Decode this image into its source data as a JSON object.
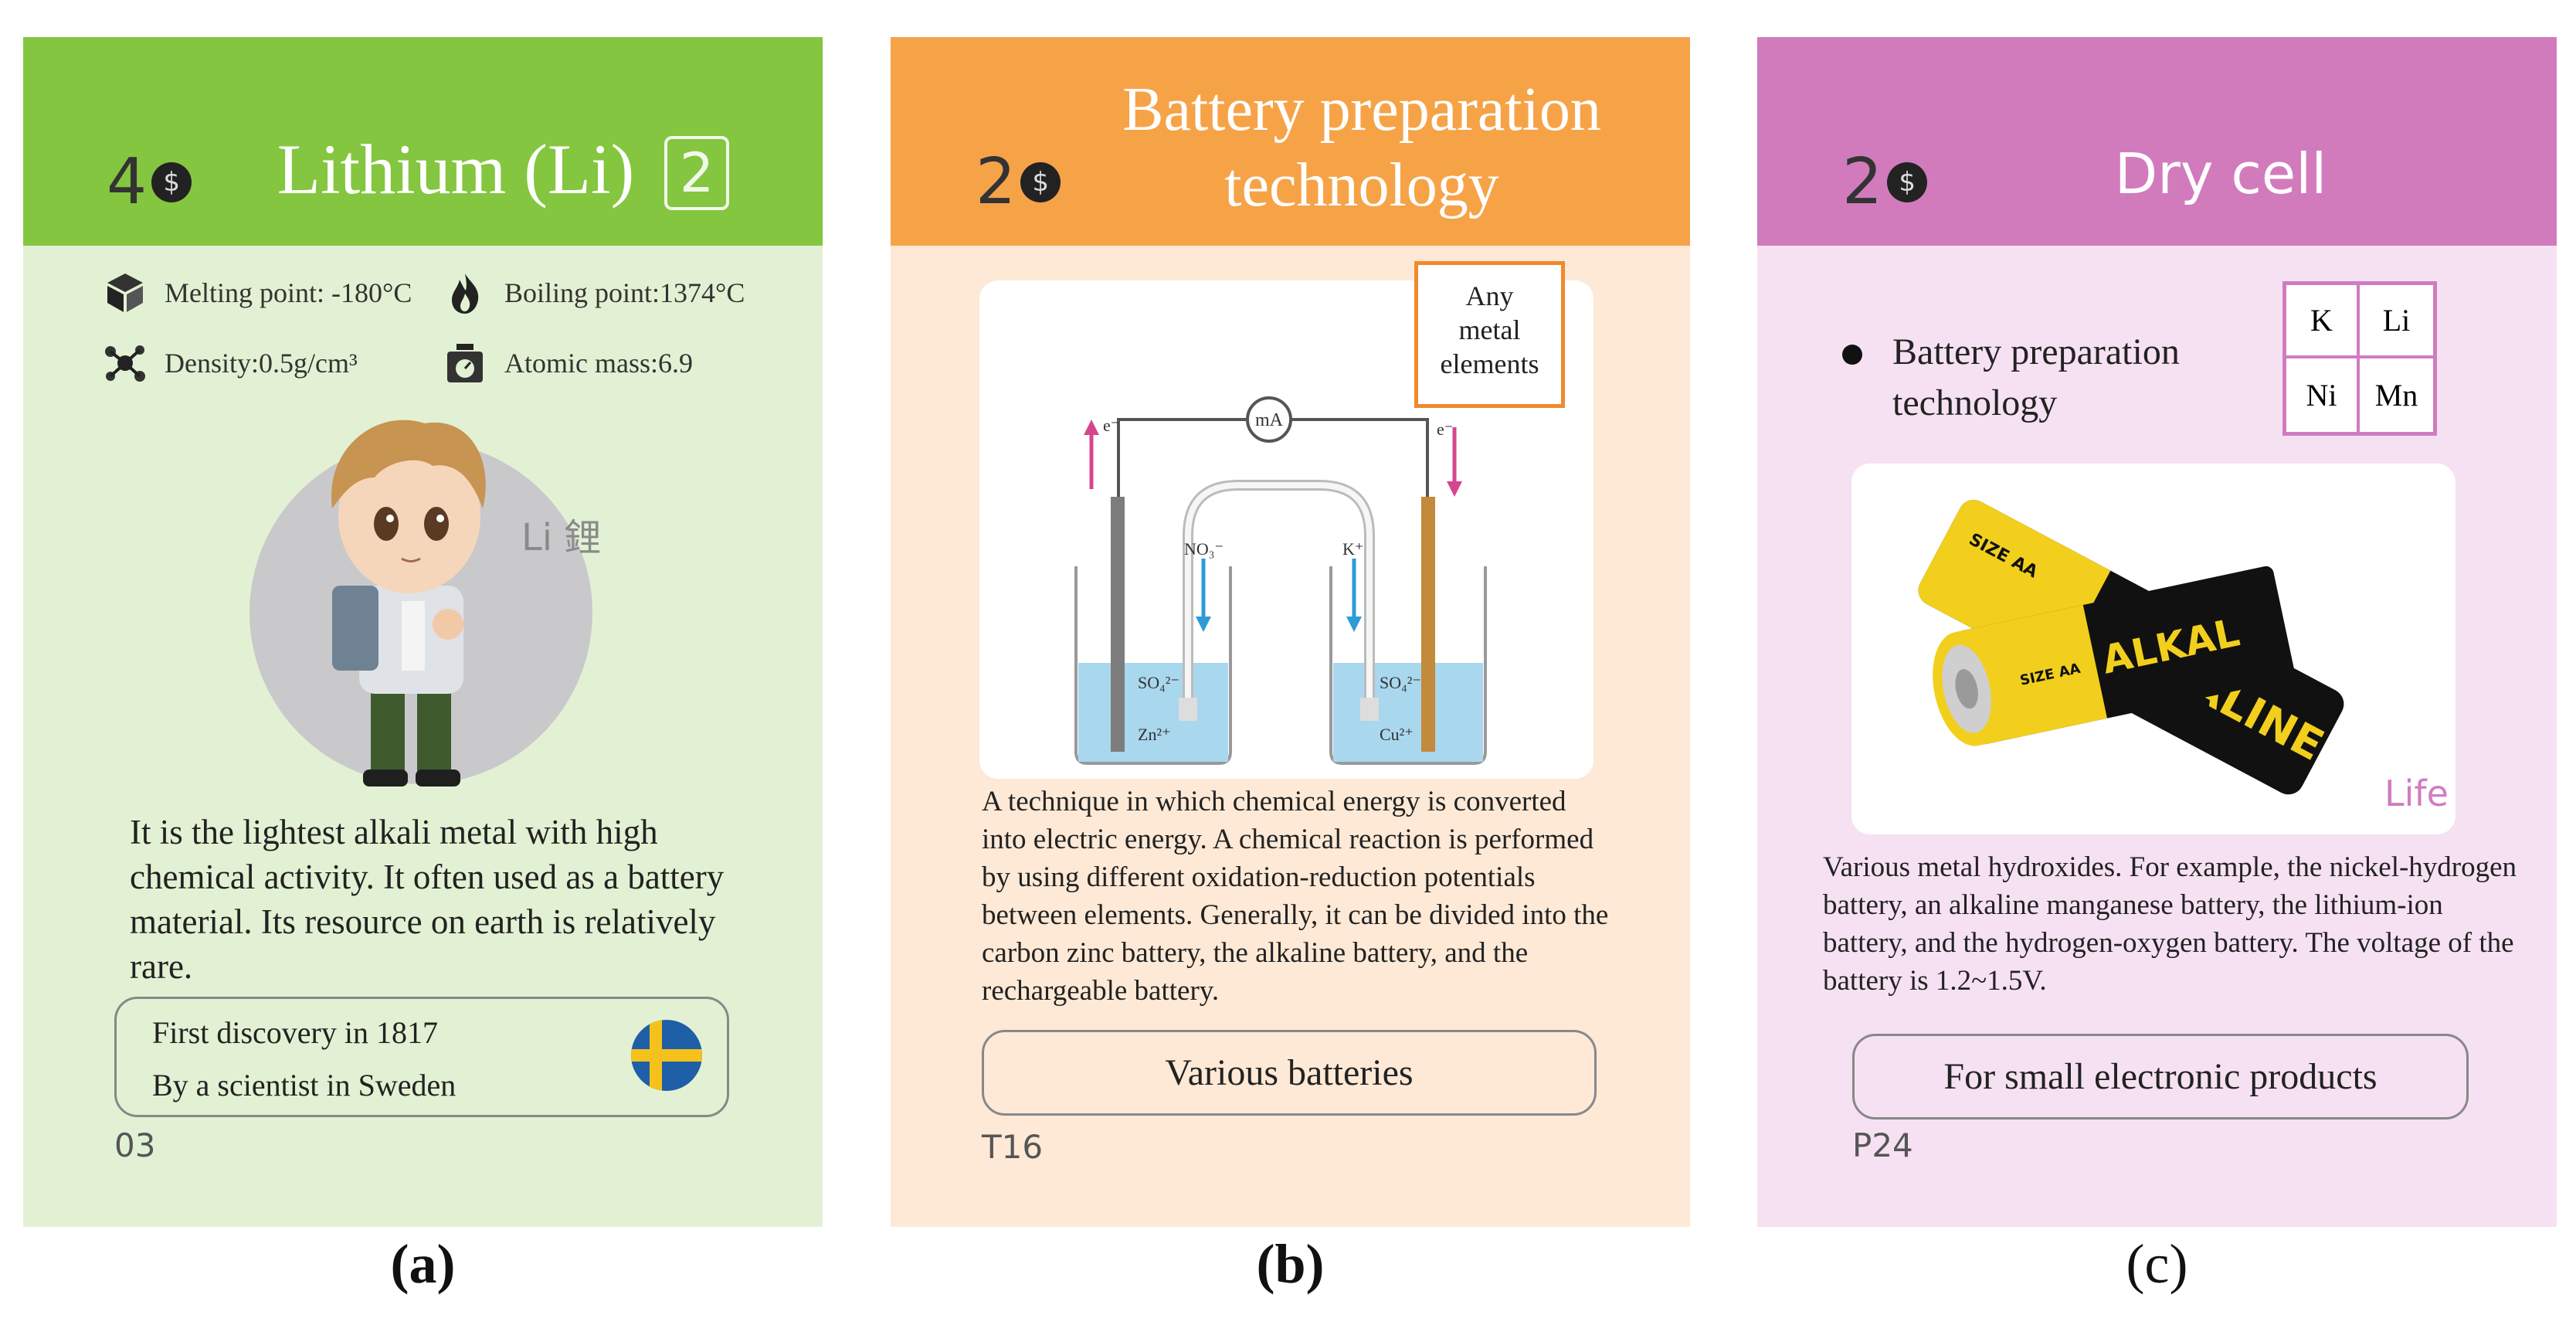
{
  "cards": {
    "a": {
      "cost": "4",
      "coin_symbol": "$",
      "title": "Lithium (Li)",
      "level": "2",
      "stats": {
        "melting": "Melting point: -180°C",
        "boiling": "Boiling point:1374°C",
        "density": "Density:0.5g/cm³",
        "atomic_mass": "Atomic mass:6.9"
      },
      "character_label": "Li 鋰",
      "description": "It is the lightest alkali metal with high chemical activity. It often used as a battery material. Its resource on earth is relatively rare.",
      "discovery_line1": "First discovery in 1817",
      "discovery_line2": "By a scientist in Sweden",
      "card_number": "03",
      "caption": "(a)",
      "colors": {
        "header": "#84c63f",
        "body": "#e2f1d3"
      }
    },
    "b": {
      "cost": "2",
      "coin_symbol": "$",
      "title_line1": "Battery preparation",
      "title_line2": "technology",
      "diagram": {
        "meter": "mA",
        "e_left": "e⁻",
        "e_right": "e⁻",
        "no3": "NO₃⁻",
        "k": "K⁺",
        "so4_left": "SO₄²⁻",
        "so4_right": "SO₄²⁻",
        "zn": "Zn²⁺",
        "cu": "Cu²⁺",
        "note_line1": "Any",
        "note_line2": "metal",
        "note_line3": "elements"
      },
      "description": "A technique in which chemical energy is converted into electric energy. A chemical reaction is performed by using different oxidation-reduction potentials between elements. Generally, it can be divided into the carbon zinc battery, the alkaline battery, and the rechargeable battery.",
      "footer_label": "Various batteries",
      "card_number": "T16",
      "caption": "(b)",
      "colors": {
        "header": "#f6a348",
        "body": "#fde9d6"
      }
    },
    "c": {
      "cost": "2",
      "coin_symbol": "$",
      "title": "Dry cell",
      "bullet_line1": "Battery preparation",
      "bullet_line2": "technology",
      "elements": [
        "K",
        "Li",
        "Ni",
        "Mn"
      ],
      "battery_labels": {
        "size": "SIZE AA",
        "brand": "ALKALINE",
        "brand_short": "ALKAL"
      },
      "life_label": "Life",
      "description": "Various metal hydroxides. For example, the nickel-hydrogen battery, an alkaline manganese battery, the lithium-ion battery, and the hydrogen-oxygen battery. The voltage of the battery is 1.2~1.5V.",
      "footer_label": "For small electronic products",
      "card_number": "P24",
      "caption": "(c)",
      "colors": {
        "header": "#d17bbd",
        "body": "#f6e1f2",
        "accent": "#d07cc0"
      }
    }
  }
}
